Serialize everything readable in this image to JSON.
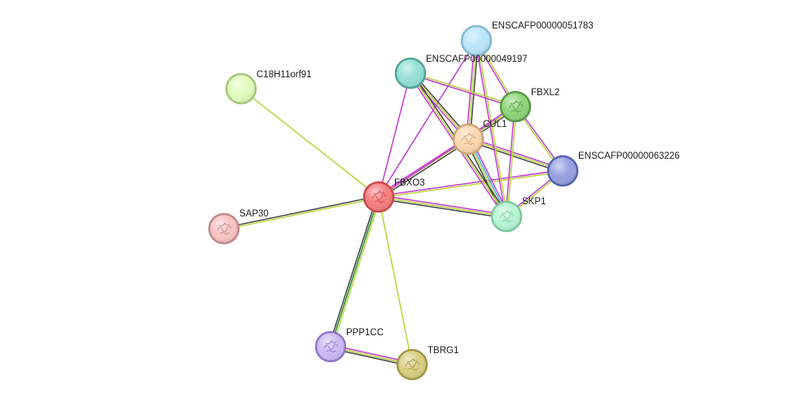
{
  "network": {
    "nodes": [
      {
        "id": "FBXO3",
        "label": "FBXO3",
        "color": "#f47f7f",
        "stroke": "#cc4a4a",
        "glyph": "protein-structure-icon"
      },
      {
        "id": "CUL1",
        "label": "CUL1",
        "color": "#fcd7b0",
        "stroke": "#c8a478",
        "glyph": "protein-structure-icon"
      },
      {
        "id": "SKP1",
        "label": "SKP1",
        "color": "#b9f4d4",
        "stroke": "#7cc99c",
        "glyph": "protein-structure-icon"
      },
      {
        "id": "FBXL2",
        "label": "FBXL2",
        "color": "#8fd47a",
        "stroke": "#579a45",
        "glyph": "protein-structure-icon"
      },
      {
        "id": "ENSCAFP00000051783",
        "label": "ENSCAFP00000051783",
        "color": "#b9e5fa",
        "stroke": "#84b9d2",
        "glyph": ""
      },
      {
        "id": "ENSCAFP00000049197",
        "label": "ENSCAFP00000049197",
        "color": "#95e0d6",
        "stroke": "#4fa49a",
        "glyph": ""
      },
      {
        "id": "ENSCAFP00000063226",
        "label": "ENSCAFP00000063226",
        "color": "#97a0e0",
        "stroke": "#5560b0",
        "glyph": ""
      },
      {
        "id": "C18H11orf91",
        "label": "C18H11orf91",
        "color": "#e2fcbd",
        "stroke": "#a3c77a",
        "glyph": ""
      },
      {
        "id": "SAP30",
        "label": "SAP30",
        "color": "#f8c3c3",
        "stroke": "#c08a8a",
        "glyph": "protein-structure-icon"
      },
      {
        "id": "PPP1CC",
        "label": "PPP1CC",
        "color": "#cdb9f4",
        "stroke": "#8f78c8",
        "glyph": "protein-structure-icon"
      },
      {
        "id": "TBRG1",
        "label": "TBRG1",
        "color": "#d8cf82",
        "stroke": "#a29745",
        "glyph": "protein-structure-icon"
      }
    ],
    "edges": [
      {
        "source": "FBXO3",
        "target": "C18H11orf91",
        "colors": [
          "#b5d43a"
        ]
      },
      {
        "source": "FBXO3",
        "target": "SAP30",
        "colors": [
          "#b5d43a",
          "#444444"
        ]
      },
      {
        "source": "FBXO3",
        "target": "PPP1CC",
        "colors": [
          "#b5d43a",
          "#1f8a2a",
          "#444444"
        ]
      },
      {
        "source": "FBXO3",
        "target": "TBRG1",
        "colors": [
          "#b5d43a"
        ]
      },
      {
        "source": "FBXO3",
        "target": "CUL1",
        "colors": [
          "#c43cd0",
          "#b5d43a",
          "#444444"
        ]
      },
      {
        "source": "FBXO3",
        "target": "SKP1",
        "colors": [
          "#c43cd0",
          "#b5d43a",
          "#444444"
        ]
      },
      {
        "source": "FBXO3",
        "target": "ENSCAFP00000049197",
        "colors": [
          "#c43cd0"
        ]
      },
      {
        "source": "FBXO3",
        "target": "ENSCAFP00000051783",
        "colors": [
          "#c43cd0"
        ]
      },
      {
        "source": "FBXO3",
        "target": "FBXL2",
        "colors": [
          "#c43cd0"
        ]
      },
      {
        "source": "FBXO3",
        "target": "ENSCAFP00000063226",
        "colors": [
          "#c43cd0",
          "#b5d43a"
        ]
      },
      {
        "source": "PPP1CC",
        "target": "TBRG1",
        "colors": [
          "#c43cd0",
          "#b5d43a",
          "#444444"
        ]
      },
      {
        "source": "CUL1",
        "target": "SKP1",
        "colors": [
          "#c43cd0",
          "#3fb0e0",
          "#b5d43a",
          "#444444"
        ]
      },
      {
        "source": "CUL1",
        "target": "FBXL2",
        "colors": [
          "#c43cd0",
          "#b5d43a",
          "#444444"
        ]
      },
      {
        "source": "CUL1",
        "target": "ENSCAFP00000051783",
        "colors": [
          "#c43cd0",
          "#b5d43a",
          "#444444"
        ]
      },
      {
        "source": "CUL1",
        "target": "ENSCAFP00000049197",
        "colors": [
          "#c43cd0",
          "#b5d43a",
          "#444444"
        ]
      },
      {
        "source": "CUL1",
        "target": "ENSCAFP00000063226",
        "colors": [
          "#c43cd0",
          "#b5d43a",
          "#444444"
        ]
      },
      {
        "source": "SKP1",
        "target": "FBXL2",
        "colors": [
          "#c43cd0",
          "#b5d43a"
        ]
      },
      {
        "source": "SKP1",
        "target": "ENSCAFP00000051783",
        "colors": [
          "#c43cd0",
          "#b5d43a"
        ]
      },
      {
        "source": "SKP1",
        "target": "ENSCAFP00000049197",
        "colors": [
          "#c43cd0",
          "#b5d43a",
          "#444444"
        ]
      },
      {
        "source": "SKP1",
        "target": "ENSCAFP00000063226",
        "colors": [
          "#c43cd0",
          "#b5d43a"
        ]
      },
      {
        "source": "FBXL2",
        "target": "ENSCAFP00000051783",
        "colors": [
          "#c43cd0",
          "#b5d43a"
        ]
      },
      {
        "source": "FBXL2",
        "target": "ENSCAFP00000049197",
        "colors": [
          "#c43cd0",
          "#b5d43a"
        ]
      },
      {
        "source": "FBXL2",
        "target": "ENSCAFP00000063226",
        "colors": [
          "#c43cd0",
          "#b5d43a"
        ]
      }
    ]
  }
}
